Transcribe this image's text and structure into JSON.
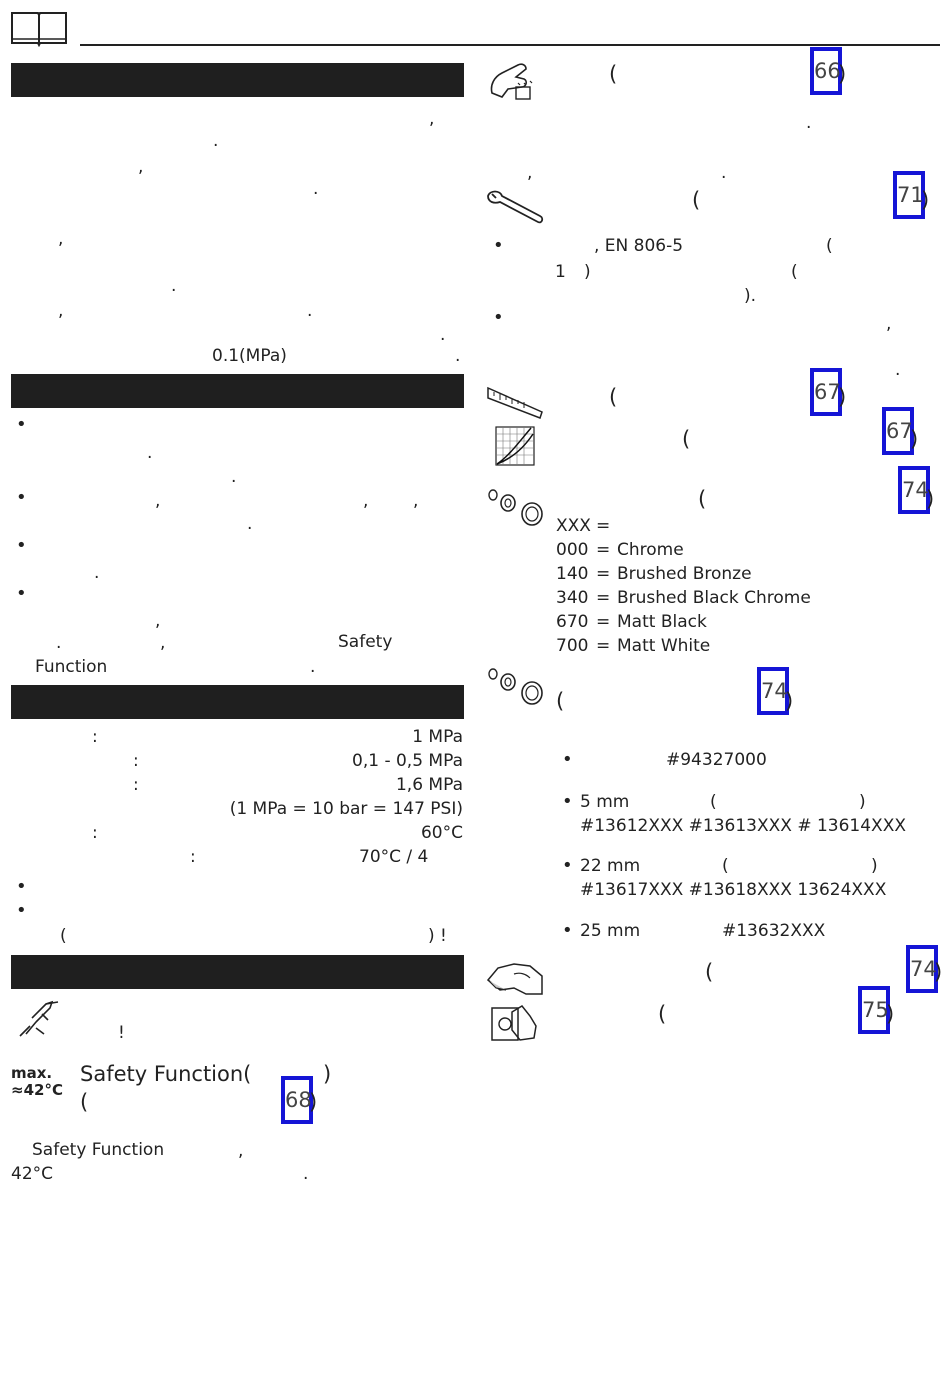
{
  "left": {
    "para1": [
      ",",
      ".",
      ",",
      ".",
      ",",
      ".",
      ",",
      ".",
      ".",
      "0.1(MPa)",
      "."
    ],
    "section2": {
      "bullet2_marks": [
        ",",
        ",",
        ",",
        "."
      ],
      "bullet3_mark": ".",
      "bullet4_marks": [
        ",",
        ".",
        ",",
        "Safety",
        "Function",
        "."
      ]
    },
    "specs": {
      "rows": [
        {
          "colon": ":",
          "value": "1 MPa"
        },
        {
          "colon": ":",
          "value": "0,1 - 0,5 MPa"
        },
        {
          "colon": ":",
          "value": "1,6 MPa"
        },
        {
          "colon": "",
          "value": "(1 MPa = 10 bar = 147 PSI)"
        },
        {
          "colon": ":",
          "value": "60°C"
        },
        {
          "colon": ":",
          "value": "70°C / 4"
        }
      ],
      "paren_open": "(",
      "paren_close": ") !"
    },
    "warning_exclaim": "!",
    "max_label": "max.",
    "temp_label": "≈42°C",
    "safety_heading": "Safety Function(",
    "safety_heading_close": ")",
    "safety_paren": "(",
    "ref_68": "68",
    "ref_68_close": ")",
    "safety_body_1": "Safety Function",
    "safety_body_comma": ",",
    "safety_body_2": "42°C",
    "safety_body_dot": "."
  },
  "right": {
    "refs": {
      "r66": "66",
      "r71": "71",
      "r67a": "67",
      "r67b": "67",
      "r74a": "74",
      "r74b": "74",
      "r74c": "74",
      "r75": "75"
    },
    "paren": "(",
    "paren_close": ")",
    "dot": ".",
    "comma": ",",
    "en_standard": ", EN 806-5",
    "one": "1",
    "paren_close_dot": ").",
    "xxx": "XXX",
    "colors": [
      {
        "code": "000",
        "name": "Chrome"
      },
      {
        "code": "140",
        "name": "Brushed Bronze"
      },
      {
        "code": "340",
        "name": "Brushed Black Chrome"
      },
      {
        "code": "670",
        "name": "Matt Black"
      },
      {
        "code": "700",
        "name": "Matt White"
      }
    ],
    "eq": "=",
    "parts": {
      "p1": "#94327000",
      "p2_size": "5 mm",
      "p2_codes": "#13612XXX #13613XXX # 13614XXX",
      "p3_size": "22 mm",
      "p3_codes": "#13617XXX #13618XXX 13624XXX",
      "p4_size": "25 mm",
      "p4_codes": "#13632XXX"
    }
  }
}
